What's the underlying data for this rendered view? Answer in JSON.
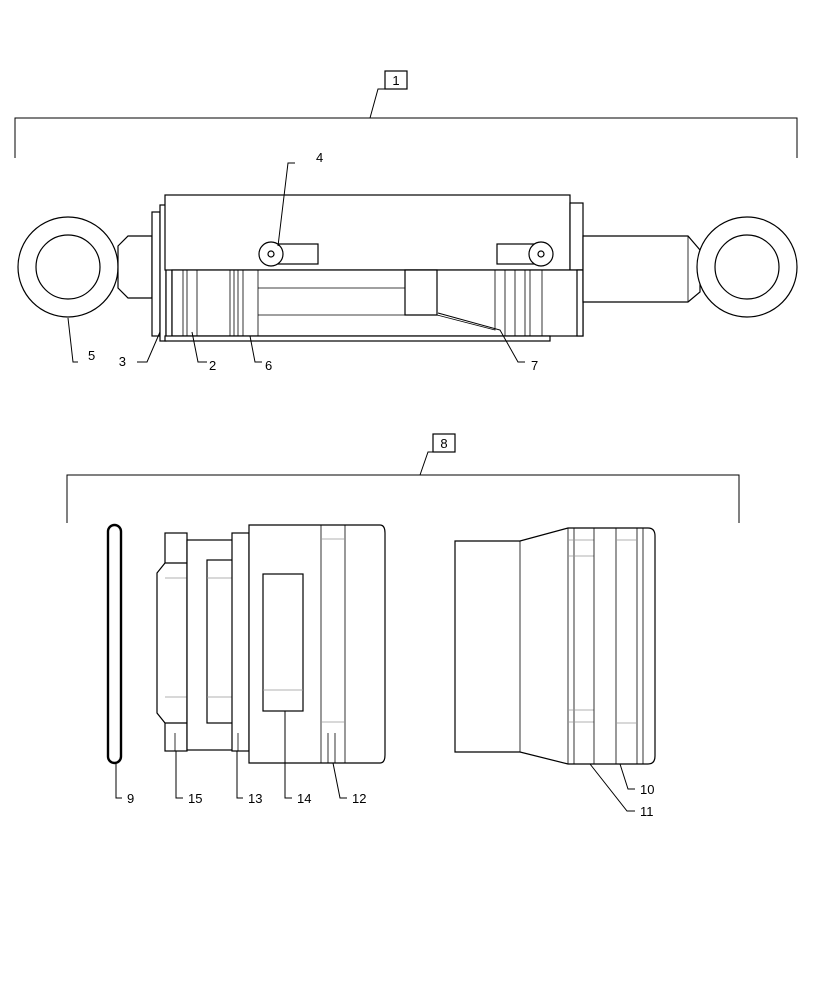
{
  "assemblies": [
    {
      "id": "assembly-1",
      "label": "1"
    },
    {
      "id": "assembly-8",
      "label": "8"
    }
  ],
  "callouts": {
    "c2": "2",
    "c3": "3",
    "c4": "4",
    "c5": "5",
    "c6": "6",
    "c7": "7",
    "c9": "9",
    "c10": "10",
    "c11": "11",
    "c12": "12",
    "c13": "13",
    "c14": "14",
    "c15": "15"
  },
  "colors": {
    "line": "#000000",
    "background": "#ffffff",
    "hidden_line": "#999999"
  }
}
